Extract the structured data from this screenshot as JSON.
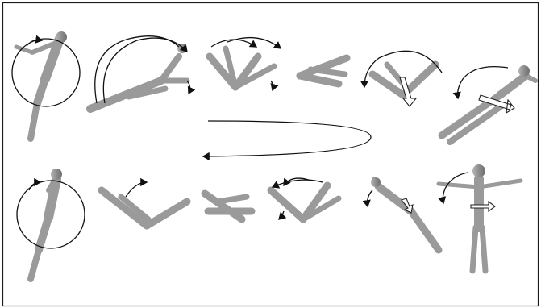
{
  "diagram": {
    "frame_color": "#1a1a1a",
    "figure_color": "#9a9a9a",
    "figure_shadow_color": "#6e6e6e",
    "arrow_color": "#111111",
    "rows": [
      {
        "name": "top-sequence",
        "frames": 6
      },
      {
        "name": "bottom-sequence",
        "frames": 6
      }
    ],
    "transition_arrow": "return-to-left"
  }
}
